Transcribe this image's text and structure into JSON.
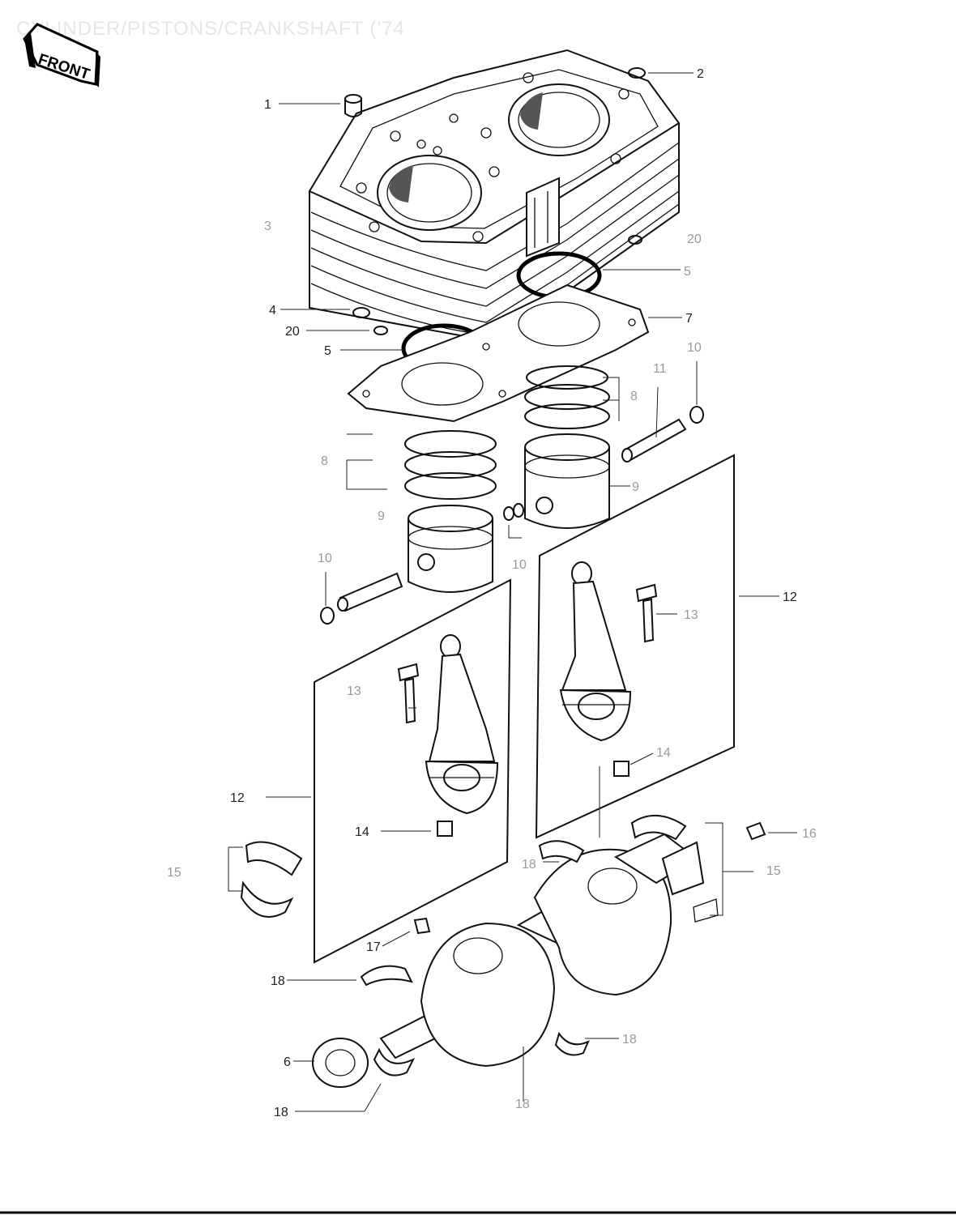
{
  "title": "CYLINDER/PISTONS/CRANKSHAFT ('74",
  "badge": "FRONT",
  "callouts": [
    {
      "id": "c1",
      "label": "1"
    },
    {
      "id": "c2",
      "label": "2"
    },
    {
      "id": "c3",
      "label": "3"
    },
    {
      "id": "c4",
      "label": "4"
    },
    {
      "id": "c5a",
      "label": "5"
    },
    {
      "id": "c5b",
      "label": "5"
    },
    {
      "id": "c6",
      "label": "6"
    },
    {
      "id": "c7",
      "label": "7"
    },
    {
      "id": "c8a",
      "label": "8"
    },
    {
      "id": "c8b",
      "label": "8"
    },
    {
      "id": "c9a",
      "label": "9"
    },
    {
      "id": "c9b",
      "label": "9"
    },
    {
      "id": "c10a",
      "label": "10"
    },
    {
      "id": "c10b",
      "label": "10"
    },
    {
      "id": "c10c",
      "label": "10"
    },
    {
      "id": "c11",
      "label": "11"
    },
    {
      "id": "c12a",
      "label": "12"
    },
    {
      "id": "c12b",
      "label": "12"
    },
    {
      "id": "c13a",
      "label": "13"
    },
    {
      "id": "c13b",
      "label": "13"
    },
    {
      "id": "c14a",
      "label": "14"
    },
    {
      "id": "c14b",
      "label": "14"
    },
    {
      "id": "c15a",
      "label": "15"
    },
    {
      "id": "c15b",
      "label": "15"
    },
    {
      "id": "c16",
      "label": "16"
    },
    {
      "id": "c17",
      "label": "17"
    },
    {
      "id": "c18a",
      "label": "18"
    },
    {
      "id": "c18b",
      "label": "18"
    },
    {
      "id": "c18c",
      "label": "18"
    },
    {
      "id": "c18d",
      "label": "18"
    },
    {
      "id": "c18e",
      "label": "18"
    },
    {
      "id": "c20a",
      "label": "20"
    },
    {
      "id": "c20b",
      "label": "20"
    }
  ]
}
